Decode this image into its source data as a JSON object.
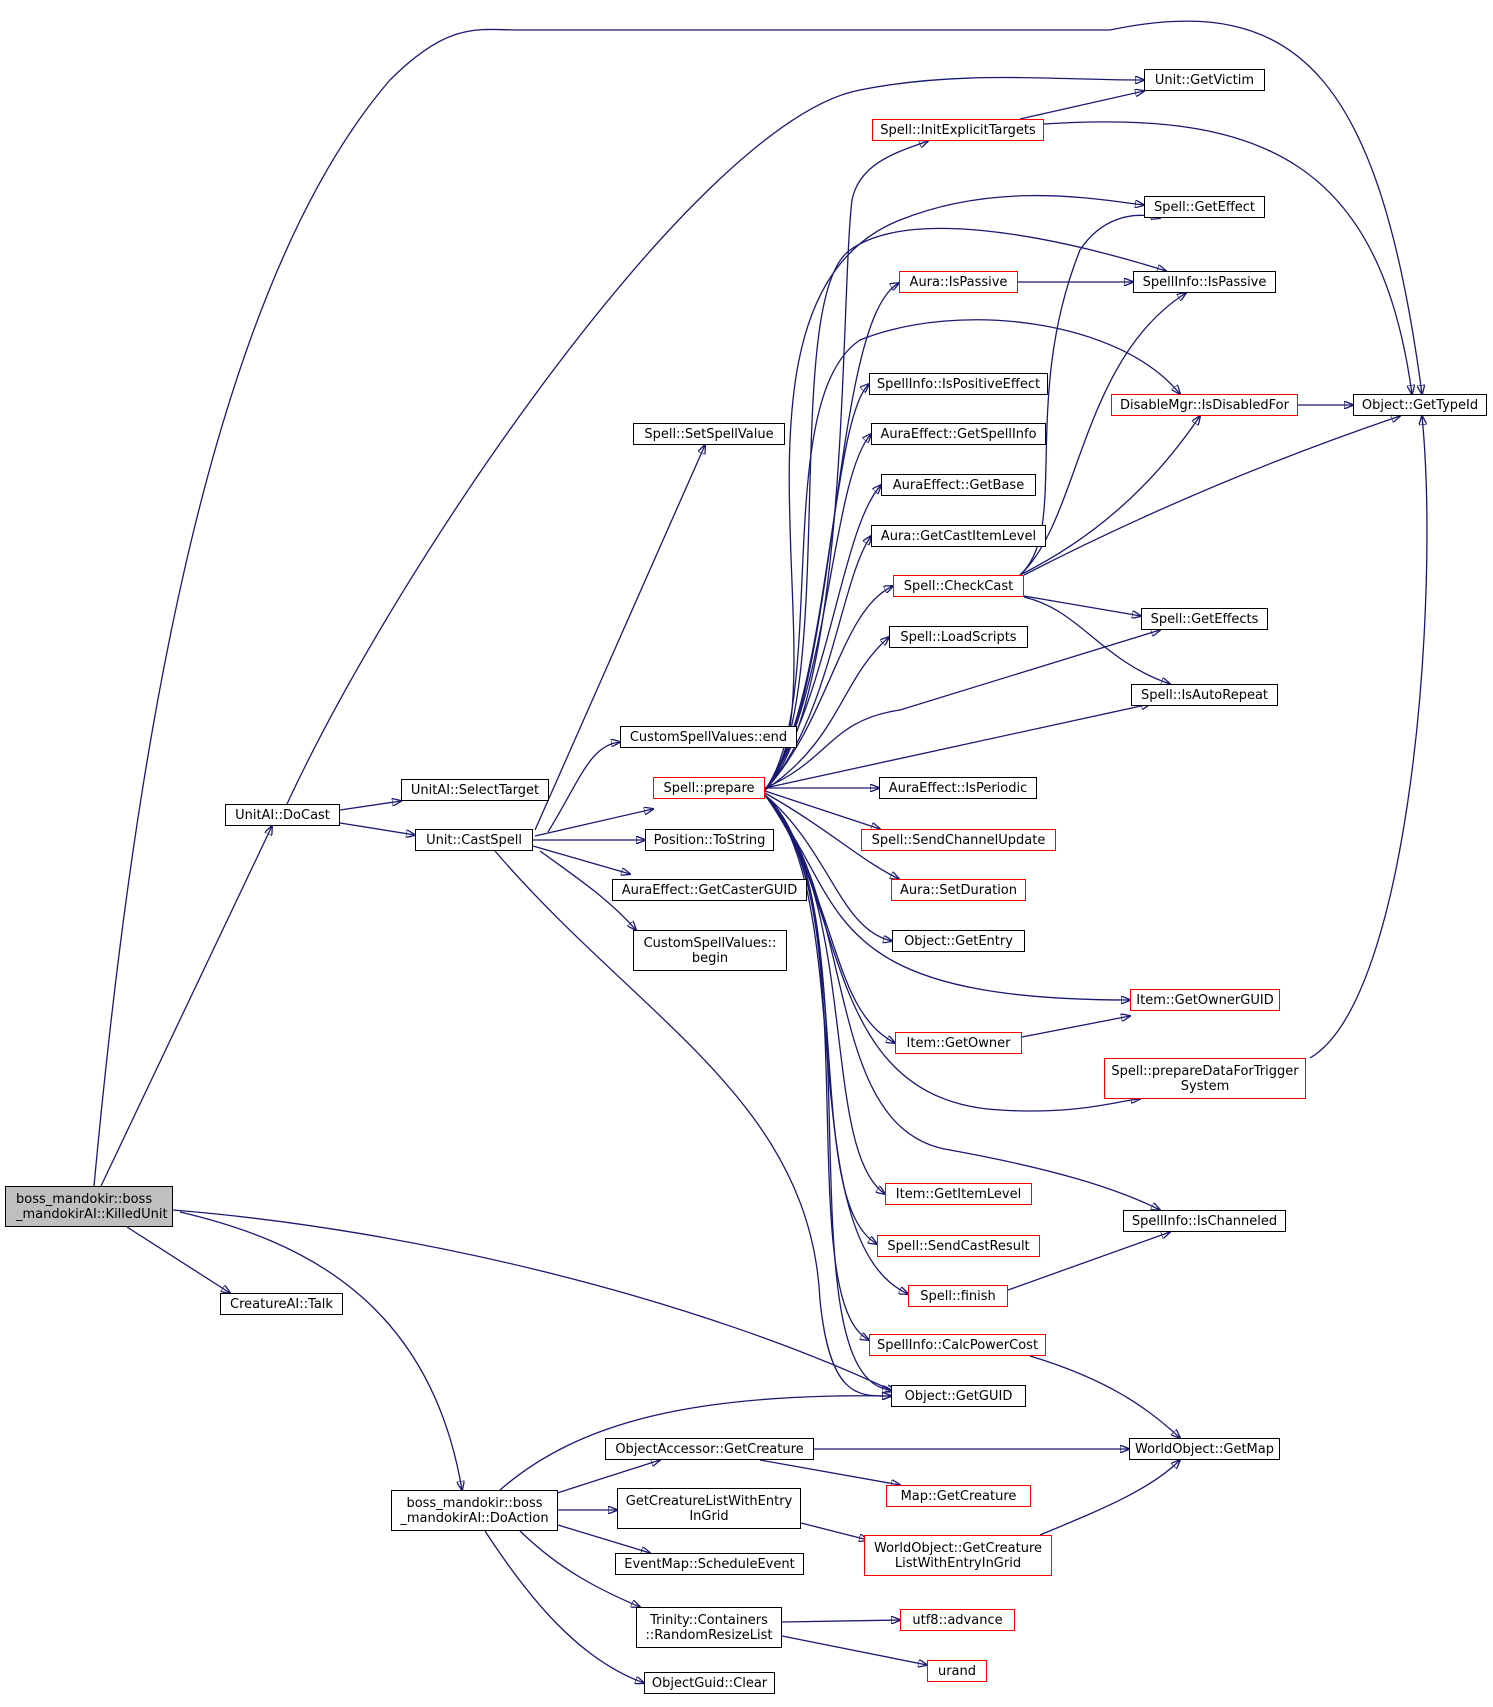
{
  "colors": {
    "edge": "#191970",
    "border": "#000000",
    "incomplete_border": "#ff0000",
    "root_fill": "#bfbfbf"
  },
  "nodes": {
    "killed_unit": "boss_mandokir::boss\n_mandokirAI::KilledUnit",
    "doaction": "boss_mandokir::boss\n_mandokirAI::DoAction",
    "unitai_docast": "UnitAI::DoCast",
    "creatureai_talk": "CreatureAI::Talk",
    "unitai_selecttarget": "UnitAI::SelectTarget",
    "unit_castspell": "Unit::CastSpell",
    "spell_setspellvalue": "Spell::SetSpellValue",
    "customspellvalues_end": "CustomSpellValues::end",
    "spell_prepare": "Spell::prepare",
    "position_tostring": "Position::ToString",
    "auraeffect_getcasterguid": "AuraEffect::GetCasterGUID",
    "customspellvalues_begin": "CustomSpellValues::\nbegin",
    "objectaccessor_getcreature": "ObjectAccessor::GetCreature",
    "getcreaturelistwithentryingrid": "GetCreatureListWithEntry\nInGrid",
    "eventmap_scheduleevent": "EventMap::ScheduleEvent",
    "trinity_randomresizelist": "Trinity::Containers\n::RandomResizeList",
    "objectguid_clear": "ObjectGuid::Clear",
    "spell_initexplicittargets": "Spell::InitExplicitTargets",
    "aura_ispassive": "Aura::IsPassive",
    "spellinfo_ispositiveeffect": "SpellInfo::IsPositiveEffect",
    "auraeffect_getspellinfo": "AuraEffect::GetSpellInfo",
    "auraeffect_getbase": "AuraEffect::GetBase",
    "aura_getcastitemlevel": "Aura::GetCastItemLevel",
    "spell_checkcast": "Spell::CheckCast",
    "spell_loadscripts": "Spell::LoadScripts",
    "auraeffect_isperiodic": "AuraEffect::IsPeriodic",
    "spell_sendchannelupdate": "Spell::SendChannelUpdate",
    "aura_setduration": "Aura::SetDuration",
    "object_getentry": "Object::GetEntry",
    "item_getowner": "Item::GetOwner",
    "item_getitemlevel": "Item::GetItemLevel",
    "spell_sendcastresult": "Spell::SendCastResult",
    "spell_finish": "Spell::finish",
    "spellinfo_calcpowercost": "SpellInfo::CalcPowerCost",
    "object_getguid": "Object::GetGUID",
    "map_getcreature": "Map::GetCreature",
    "worldobject_getcreaturelistwithentryingrid": "WorldObject::GetCreature\nListWithEntryInGrid",
    "utf8_advance": "utf8::advance",
    "urand": "urand",
    "unit_getvictim": "Unit::GetVictim",
    "spell_geteffect": "Spell::GetEffect",
    "spellinfo_ispassive": "SpellInfo::IsPassive",
    "disablemgr_isdisabledfor": "DisableMgr::IsDisabledFor",
    "object_gettypeid": "Object::GetTypeId",
    "spell_geteffects": "Spell::GetEffects",
    "spell_isautorepeat": "Spell::IsAutoRepeat",
    "item_getownerguid": "Item::GetOwnerGUID",
    "spell_preparedatafortriggersystem": "Spell::prepareDataForTrigger\nSystem",
    "spellinfo_ischanneled": "SpellInfo::IsChanneled",
    "worldobject_getmap": "WorldObject::GetMap"
  }
}
